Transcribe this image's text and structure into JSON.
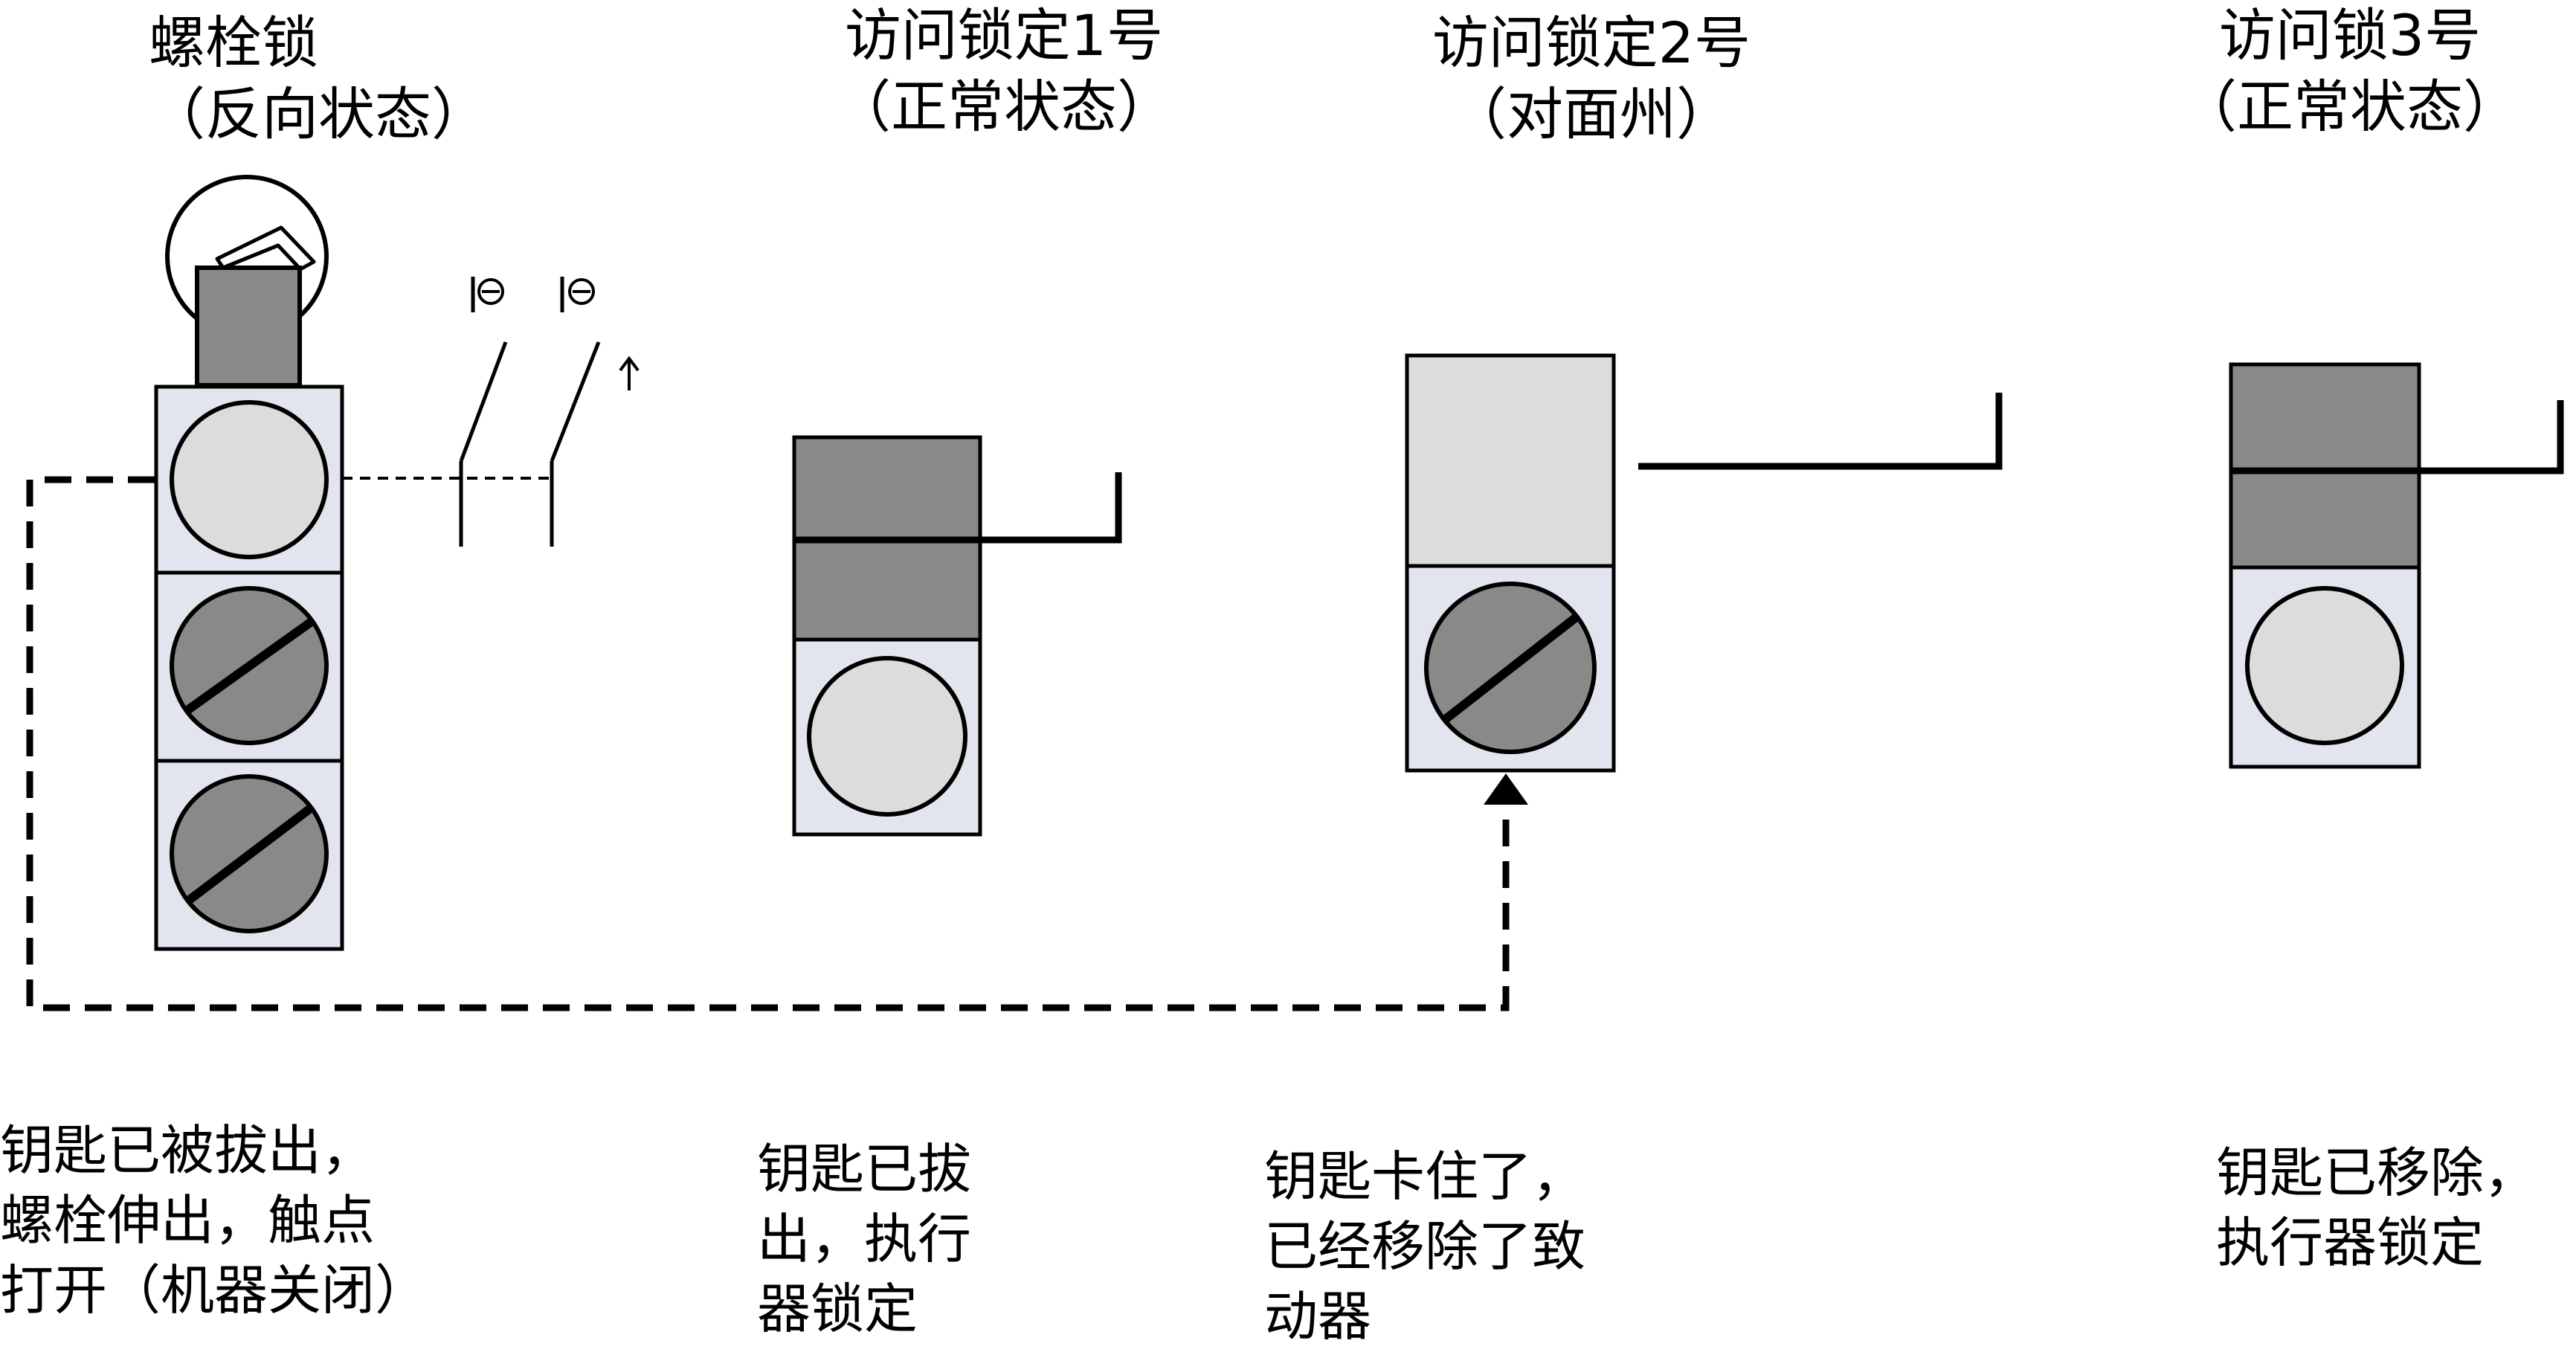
{
  "bolt_lock": {
    "title": "螺栓锁",
    "state": "（反向状态）",
    "caption": [
      "钥匙已被拔出，",
      "螺栓伸出，触点",
      "打开（机器关闭）"
    ]
  },
  "access_lock_1": {
    "title": "访问锁定1号",
    "state": "（正常状态）",
    "caption": [
      "钥匙已拔",
      "出，执行",
      "器锁定"
    ]
  },
  "access_lock_2": {
    "title": "访问锁定2号",
    "state": "（对面州）",
    "caption": [
      "钥匙卡住了，",
      "已经移除了致",
      "动器"
    ]
  },
  "access_lock_3": {
    "title": "访问锁3号",
    "state": "（正常状态）",
    "caption": [
      "钥匙已移除，",
      "执行器锁定"
    ]
  },
  "colors": {
    "dark_gray": "#898989",
    "light_gray": "#dcdcdc",
    "panel": "#e2e5ee",
    "line": "#000000"
  }
}
